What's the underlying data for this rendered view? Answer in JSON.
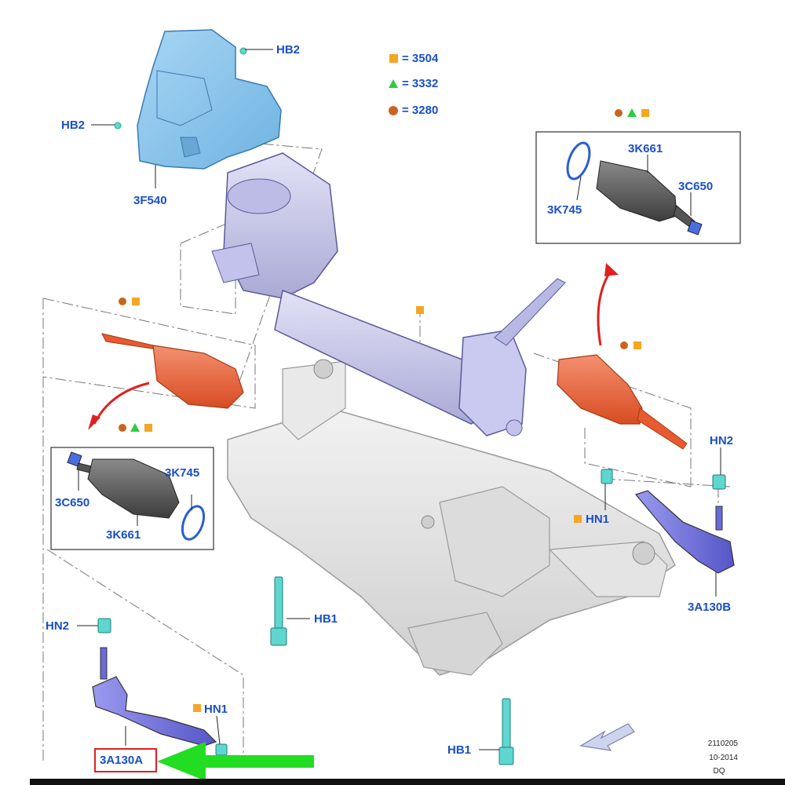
{
  "legend": [
    {
      "symbol": "square",
      "color": "#f5a623",
      "text": "= 3504"
    },
    {
      "symbol": "triangle",
      "color": "#2ecc40",
      "text": "= 3332"
    },
    {
      "symbol": "circle",
      "color": "#c8641e",
      "text": "= 3280"
    }
  ],
  "labels": {
    "hb2_top": "HB2",
    "hb2_left": "HB2",
    "shield": "3F540",
    "boot_kit_right": "3K661",
    "clamp_right": "3C650",
    "ring_right": "3K745",
    "ring_left": "3K745",
    "clamp_left": "3C650",
    "boot_kit_left": "3K661",
    "hn2_right": "HN2",
    "hn1_right": "HN1",
    "tie_rod_right": "3A130B",
    "hb1_center": "HB1",
    "hn2_left": "HN2",
    "hn1_left": "HN1",
    "tie_rod_left": "3A130A",
    "hb1_bottom": "HB1"
  },
  "drawing_code": {
    "line1": "2110205",
    "line2": "10-2014",
    "line3": "DQ"
  },
  "colors": {
    "label_blue": "#1a4fc8",
    "highlight_red": "#e02020",
    "pointer_green": "#22dd22",
    "shield_blue": "#8ec6ec",
    "rack_lavender": "#c9c9ea",
    "boot_orange": "#e8643c",
    "tierod_purple": "#6a6ad8",
    "fastener_teal": "#5fd6d0",
    "frame_gray": "#e6e6e6"
  }
}
